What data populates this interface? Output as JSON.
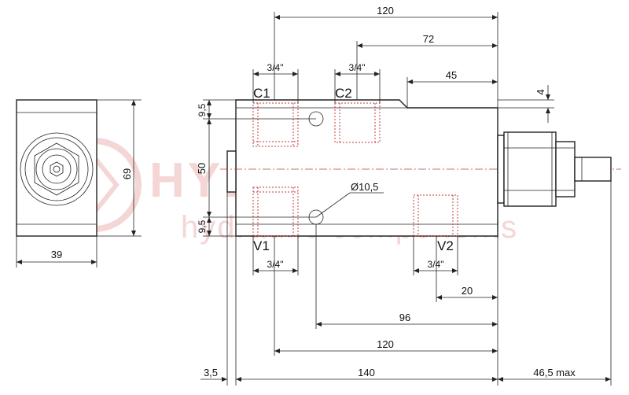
{
  "watermark": {
    "brand": "HYDROLIDER",
    "tagline": "hydraulic components"
  },
  "ports": {
    "c1": "C1",
    "c2": "C2",
    "v1": "V1",
    "v2": "V2"
  },
  "dimensions": {
    "top_120": "120",
    "top_72": "72",
    "top_45": "45",
    "c1_thread": "3/4\"",
    "c2_thread": "3/4\"",
    "right_4": "4",
    "left_9_5_top": "9,5",
    "left_50": "50",
    "left_9_5_bottom": "9,5",
    "hole_dia": "Ø10,5",
    "v1_thread": "3/4\"",
    "v2_thread": "3/4\"",
    "bottom_20": "20",
    "bottom_96": "96",
    "bottom_120": "120",
    "bottom_3_5": "3,5",
    "bottom_140": "140",
    "bottom_46_5": "46,5 max",
    "side_39": "39",
    "side_69": "69"
  }
}
